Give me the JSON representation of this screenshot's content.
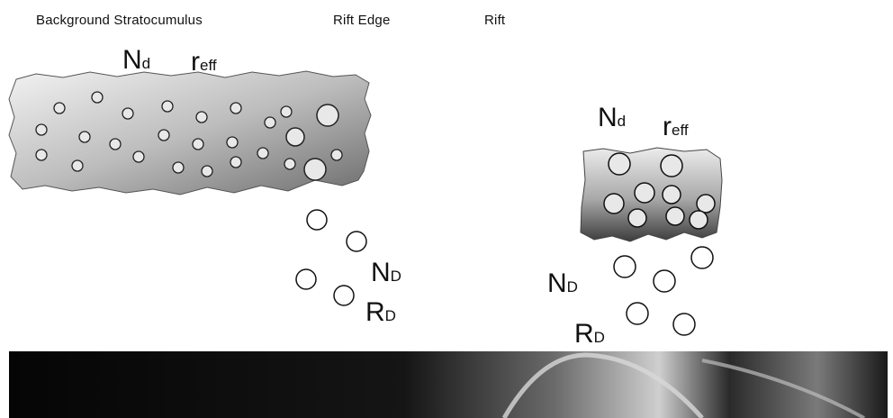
{
  "headers": {
    "background": "Background Stratocumulus",
    "rift_edge": "Rift Edge",
    "rift": "Rift"
  },
  "left_cloud": {
    "n_main": "N",
    "n_sub": "d",
    "r_main": "r",
    "r_sub": "eff"
  },
  "left_drizzle": {
    "n_main": "N",
    "n_sub": "D",
    "r_main": "R",
    "r_sub": "D"
  },
  "right_cloud": {
    "n_main": "N",
    "n_sub": "d",
    "r_main": "r",
    "r_sub": "eff"
  },
  "right_drizzle": {
    "n_main": "N",
    "n_sub": "D",
    "r_main": "R",
    "r_sub": "D"
  }
}
